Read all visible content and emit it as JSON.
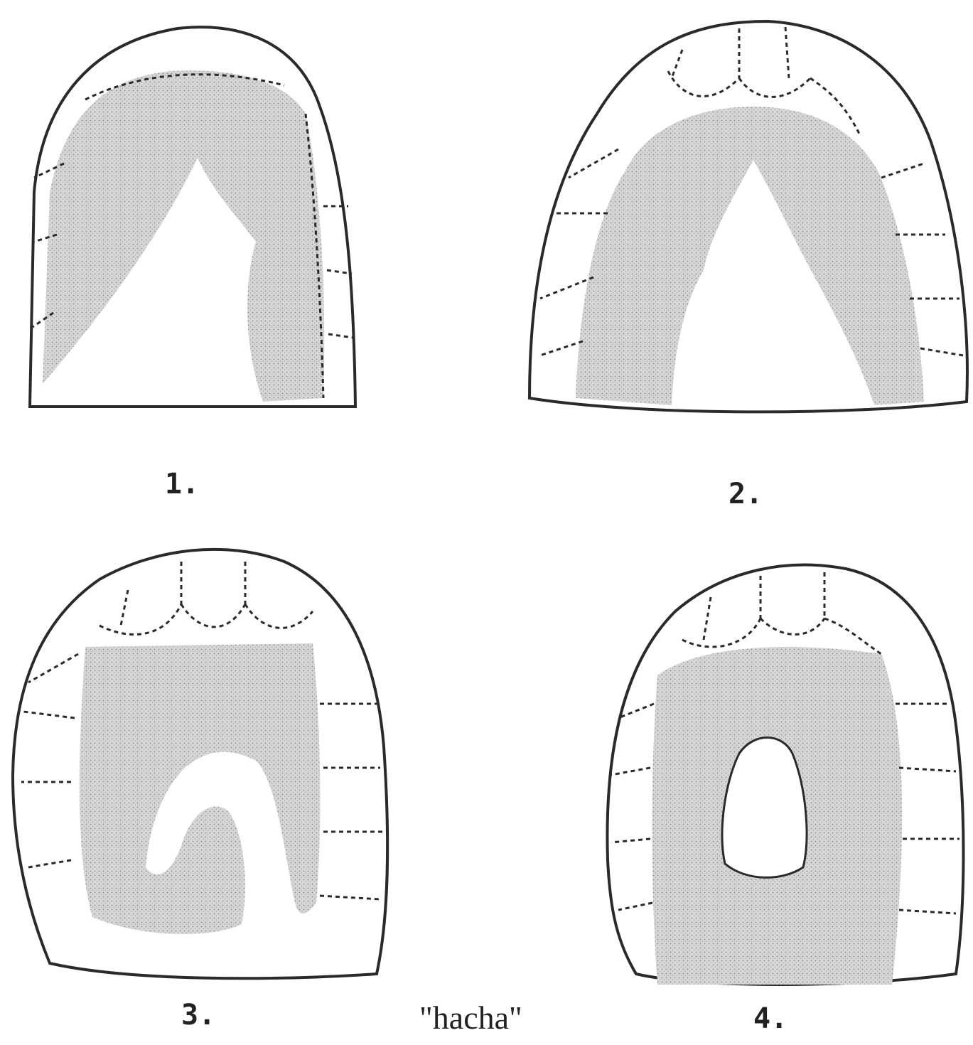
{
  "panels": [
    {
      "label": "1."
    },
    {
      "label": "2."
    },
    {
      "label": "3."
    },
    {
      "label": "4."
    }
  ],
  "caption": "\"hacha\"",
  "colors": {
    "ink": "#2a2a2a",
    "stipple": "#c9c9c9"
  }
}
